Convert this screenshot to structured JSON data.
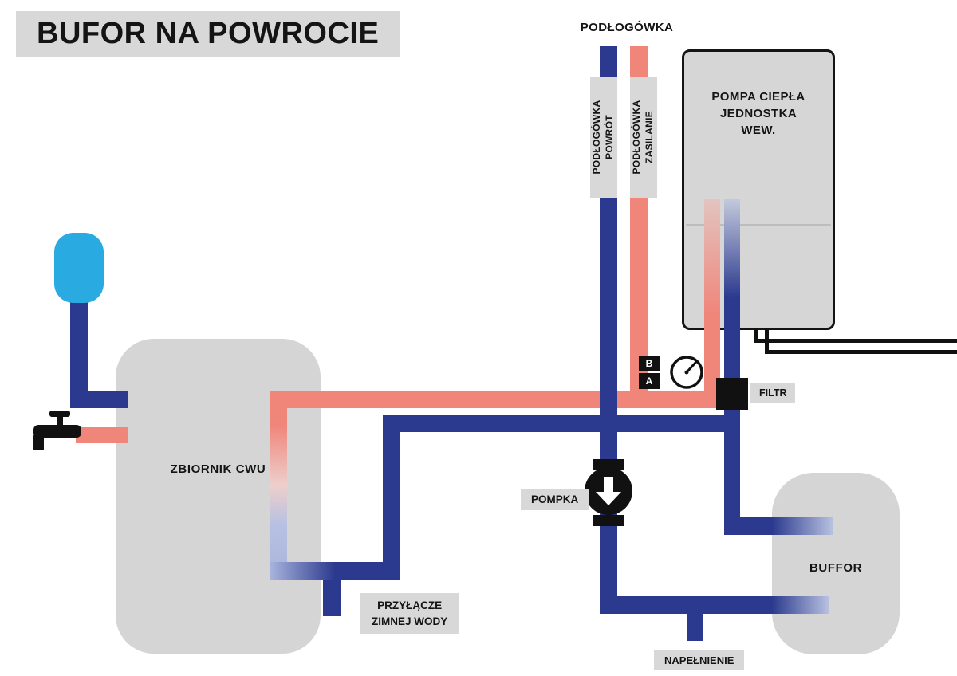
{
  "title": "BUFOR NA POWROCIE",
  "floor_circuit": {
    "header": "PODŁOGÓWKA",
    "return_label": {
      "line1": "PODŁOGÓWKA",
      "line2": "POWRÓT"
    },
    "supply_label": {
      "line1": "PODŁOGÓWKA",
      "line2": "ZASILANIE"
    }
  },
  "devices": {
    "heat_pump": {
      "line1": "POMPA CIEPŁA",
      "line2": "JEDNOSTKA",
      "line3": "WEW."
    },
    "dhw_tank": "ZBIORNIK CWU",
    "buffer": "BUFFOR",
    "pump": "POMPKA",
    "filter": "FILTR",
    "valve": {
      "port_b": "B",
      "port_a": "A"
    }
  },
  "connections": {
    "fill": "NAPEŁNIENIE",
    "cold_water": {
      "line1": "PRZYŁĄCZE",
      "line2": "ZIMNEJ WODY"
    }
  },
  "colors": {
    "supply_pipe": "#f0857a",
    "return_pipe": "#2b3a8e",
    "expansion_vessel": "#29abe2",
    "label_background": "#d8d8d8",
    "device_fill": "#d6d6d6"
  }
}
